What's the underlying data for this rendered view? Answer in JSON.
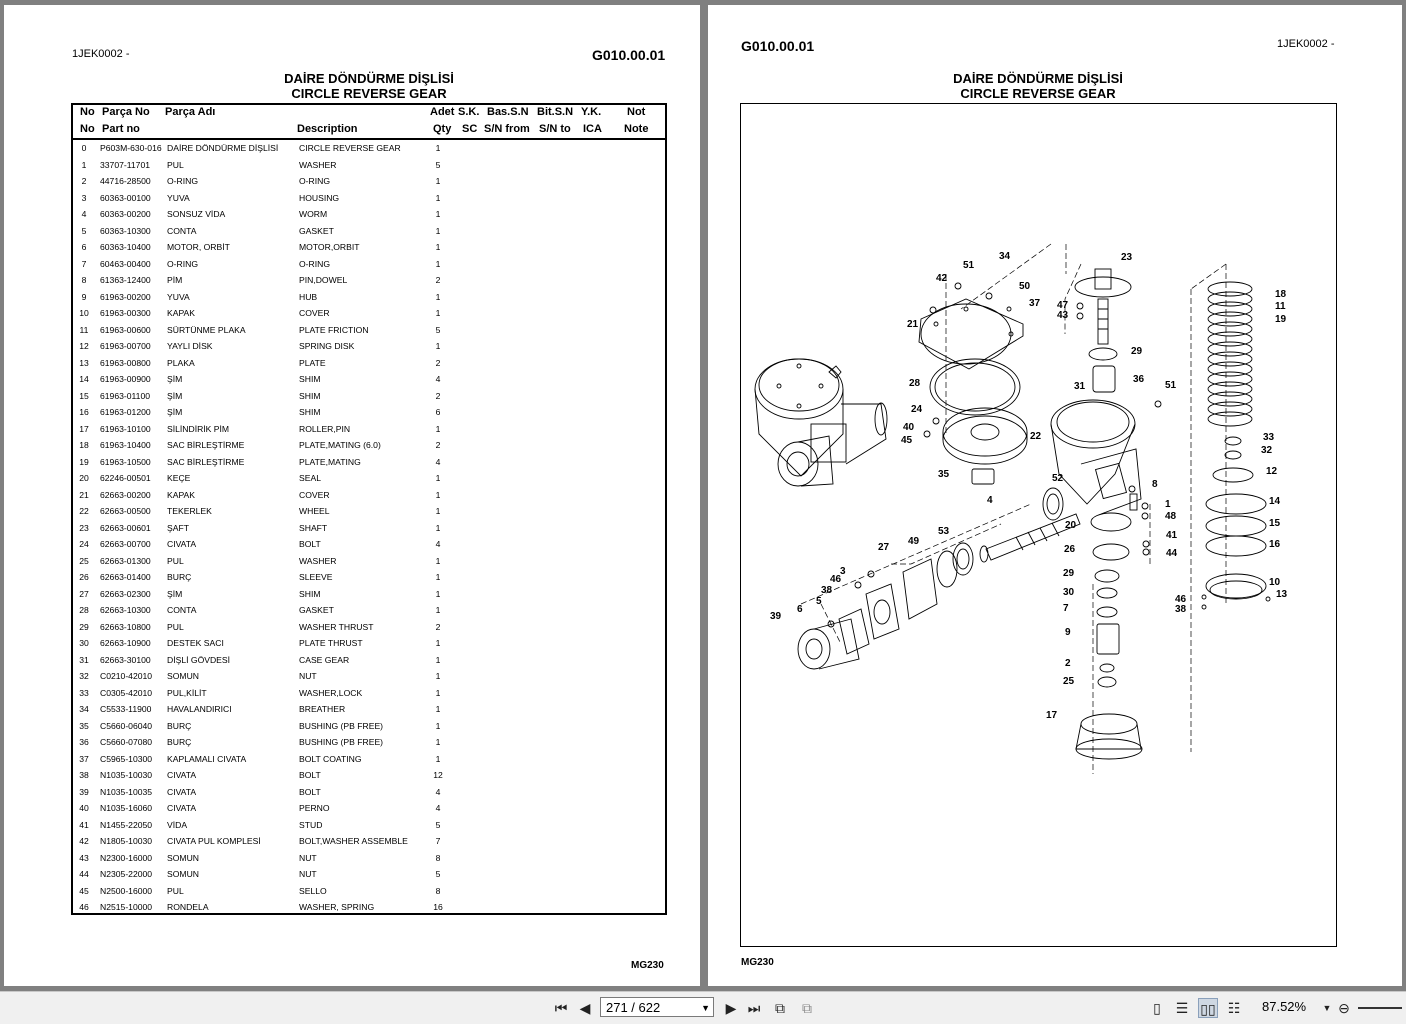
{
  "left_page": {
    "doc_code": "1JEK0002 -",
    "group_code": "G010.00.01",
    "title_tr": "DAİRE DÖNDÜRME DİŞLİSİ",
    "title_en": "CIRCLE REVERSE GEAR",
    "headers_row1": {
      "no": "No",
      "part_no": "Parça No",
      "part_name": "Parça Adı",
      "qty": "Adet",
      "sc": "S.K.",
      "sn_from": "Bas.S.N",
      "sn_to": "Bit.S.N",
      "ica": "Y.K.",
      "note": "Not"
    },
    "headers_row2": {
      "no": "No",
      "part_no": "Part no",
      "desc": "Description",
      "qty": "Qty",
      "sc": "SC",
      "sn_from": "S/N from",
      "sn_to": "S/N to",
      "ica": "ICA",
      "note": "Note"
    },
    "rows": [
      {
        "no": "0",
        "pn": "P603M-630-016",
        "name": "DAİRE DÖNDÜRME DİŞLİSİ",
        "desc": "CIRCLE REVERSE GEAR",
        "qty": "1"
      },
      {
        "no": "1",
        "pn": "33707-11701",
        "name": "PUL",
        "desc": "WASHER",
        "qty": "5"
      },
      {
        "no": "2",
        "pn": "44716-28500",
        "name": "O-RING",
        "desc": "O-RING",
        "qty": "1"
      },
      {
        "no": "3",
        "pn": "60363-00100",
        "name": "YUVA",
        "desc": "HOUSING",
        "qty": "1"
      },
      {
        "no": "4",
        "pn": "60363-00200",
        "name": "SONSUZ VİDA",
        "desc": "WORM",
        "qty": "1"
      },
      {
        "no": "5",
        "pn": "60363-10300",
        "name": "CONTA",
        "desc": "GASKET",
        "qty": "1"
      },
      {
        "no": "6",
        "pn": "60363-10400",
        "name": "MOTOR, ORBİT",
        "desc": "MOTOR,ORBIT",
        "qty": "1"
      },
      {
        "no": "7",
        "pn": "60463-00400",
        "name": "O-RING",
        "desc": "O-RING",
        "qty": "1"
      },
      {
        "no": "8",
        "pn": "61363-12400",
        "name": "PİM",
        "desc": "PIN,DOWEL",
        "qty": "2"
      },
      {
        "no": "9",
        "pn": "61963-00200",
        "name": "YUVA",
        "desc": "HUB",
        "qty": "1"
      },
      {
        "no": "10",
        "pn": "61963-00300",
        "name": "KAPAK",
        "desc": "COVER",
        "qty": "1"
      },
      {
        "no": "11",
        "pn": "61963-00600",
        "name": "SÜRTÜNME PLAKA",
        "desc": "PLATE FRICTION",
        "qty": "5"
      },
      {
        "no": "12",
        "pn": "61963-00700",
        "name": "YAYLI DİSK",
        "desc": "SPRING DISK",
        "qty": "1"
      },
      {
        "no": "13",
        "pn": "61963-00800",
        "name": "PLAKA",
        "desc": "PLATE",
        "qty": "2"
      },
      {
        "no": "14",
        "pn": "61963-00900",
        "name": "ŞİM",
        "desc": "SHIM",
        "qty": "4"
      },
      {
        "no": "15",
        "pn": "61963-01100",
        "name": "ŞİM",
        "desc": "SHIM",
        "qty": "2"
      },
      {
        "no": "16",
        "pn": "61963-01200",
        "name": "ŞİM",
        "desc": "SHIM",
        "qty": "6"
      },
      {
        "no": "17",
        "pn": "61963-10100",
        "name": "SİLİNDİRİK PİM",
        "desc": "ROLLER,PIN",
        "qty": "1"
      },
      {
        "no": "18",
        "pn": "61963-10400",
        "name": "SAC BİRLEŞTİRME",
        "desc": "PLATE,MATING (6.0)",
        "qty": "2"
      },
      {
        "no": "19",
        "pn": "61963-10500",
        "name": "SAC BİRLEŞTİRME",
        "desc": "PLATE,MATING",
        "qty": "4"
      },
      {
        "no": "20",
        "pn": "62246-00501",
        "name": "KEÇE",
        "desc": "SEAL",
        "qty": "1"
      },
      {
        "no": "21",
        "pn": "62663-00200",
        "name": "KAPAK",
        "desc": "COVER",
        "qty": "1"
      },
      {
        "no": "22",
        "pn": "62663-00500",
        "name": "TEKERLEK",
        "desc": "WHEEL",
        "qty": "1"
      },
      {
        "no": "23",
        "pn": "62663-00601",
        "name": "ŞAFT",
        "desc": "SHAFT",
        "qty": "1"
      },
      {
        "no": "24",
        "pn": "62663-00700",
        "name": "CIVATA",
        "desc": "BOLT",
        "qty": "4"
      },
      {
        "no": "25",
        "pn": "62663-01300",
        "name": "PUL",
        "desc": "WASHER",
        "qty": "1"
      },
      {
        "no": "26",
        "pn": "62663-01400",
        "name": "BURÇ",
        "desc": "SLEEVE",
        "qty": "1"
      },
      {
        "no": "27",
        "pn": "62663-02300",
        "name": "ŞİM",
        "desc": "SHIM",
        "qty": "1"
      },
      {
        "no": "28",
        "pn": "62663-10300",
        "name": "CONTA",
        "desc": "GASKET",
        "qty": "1"
      },
      {
        "no": "29",
        "pn": "62663-10800",
        "name": "PUL",
        "desc": "WASHER THRUST",
        "qty": "2"
      },
      {
        "no": "30",
        "pn": "62663-10900",
        "name": "DESTEK SACI",
        "desc": "PLATE THRUST",
        "qty": "1"
      },
      {
        "no": "31",
        "pn": "62663-30100",
        "name": "DİŞLİ GÖVDESİ",
        "desc": "CASE GEAR",
        "qty": "1"
      },
      {
        "no": "32",
        "pn": "C0210-42010",
        "name": "SOMUN",
        "desc": "NUT",
        "qty": "1"
      },
      {
        "no": "33",
        "pn": "C0305-42010",
        "name": "PUL,KİLİT",
        "desc": "WASHER,LOCK",
        "qty": "1"
      },
      {
        "no": "34",
        "pn": "C5533-11900",
        "name": "HAVALANDIRICI",
        "desc": "BREATHER",
        "qty": "1"
      },
      {
        "no": "35",
        "pn": "C5660-06040",
        "name": "BURÇ",
        "desc": "BUSHING (PB FREE)",
        "qty": "1"
      },
      {
        "no": "36",
        "pn": "C5660-07080",
        "name": "BURÇ",
        "desc": "BUSHING (PB FREE)",
        "qty": "1"
      },
      {
        "no": "37",
        "pn": "C5965-10300",
        "name": "KAPLAMALI CIVATA",
        "desc": "BOLT COATING",
        "qty": "1"
      },
      {
        "no": "38",
        "pn": "N1035-10030",
        "name": "CIVATA",
        "desc": "BOLT",
        "qty": "12"
      },
      {
        "no": "39",
        "pn": "N1035-10035",
        "name": "CIVATA",
        "desc": "BOLT",
        "qty": "4"
      },
      {
        "no": "40",
        "pn": "N1035-16060",
        "name": "CIVATA",
        "desc": "PERNO",
        "qty": "4"
      },
      {
        "no": "41",
        "pn": "N1455-22050",
        "name": "VİDA",
        "desc": "STUD",
        "qty": "5"
      },
      {
        "no": "42",
        "pn": "N1805-10030",
        "name": "CIVATA PUL KOMPLESİ",
        "desc": "BOLT,WASHER ASSEMBLE",
        "qty": "7"
      },
      {
        "no": "43",
        "pn": "N2300-16000",
        "name": "SOMUN",
        "desc": "NUT",
        "qty": "8"
      },
      {
        "no": "44",
        "pn": "N2305-22000",
        "name": "SOMUN",
        "desc": "NUT",
        "qty": "5"
      },
      {
        "no": "45",
        "pn": "N2500-16000",
        "name": "PUL",
        "desc": "SELLO",
        "qty": "8"
      },
      {
        "no": "46",
        "pn": "N2515-10000",
        "name": "RONDELA",
        "desc": "WASHER, SPRING",
        "qty": "16"
      }
    ],
    "model": "MG230"
  },
  "right_page": {
    "group_code": "G010.00.01",
    "doc_code": "1JEK0002 -",
    "title_tr": "DAİRE DÖNDÜRME DİŞLİSİ",
    "title_en": "CIRCLE REVERSE GEAR",
    "model": "MG230",
    "callouts": [
      "23",
      "34",
      "51",
      "42",
      "50",
      "37",
      "47",
      "43",
      "21",
      "29",
      "18",
      "11",
      "19",
      "28",
      "31",
      "36",
      "51",
      "24",
      "40",
      "45",
      "22",
      "33",
      "32",
      "12",
      "35",
      "52",
      "8",
      "1",
      "48",
      "4",
      "20",
      "14",
      "15",
      "16",
      "53",
      "41",
      "27",
      "49",
      "26",
      "44",
      "29",
      "3",
      "46",
      "38",
      "5",
      "30",
      "7",
      "6",
      "39",
      "9",
      "2",
      "25",
      "10",
      "13",
      "46",
      "38",
      "17"
    ]
  },
  "toolbar": {
    "page_display": "271 / 622",
    "zoom": "87.52%",
    "icons": [
      "first-page-icon",
      "prev-page-icon",
      "next-page-icon",
      "last-page-icon",
      "prev-view-icon",
      "next-view-icon",
      "single-page-icon",
      "continuous-icon",
      "facing-icon",
      "continuous-facing-icon",
      "zoom-out-icon"
    ]
  }
}
